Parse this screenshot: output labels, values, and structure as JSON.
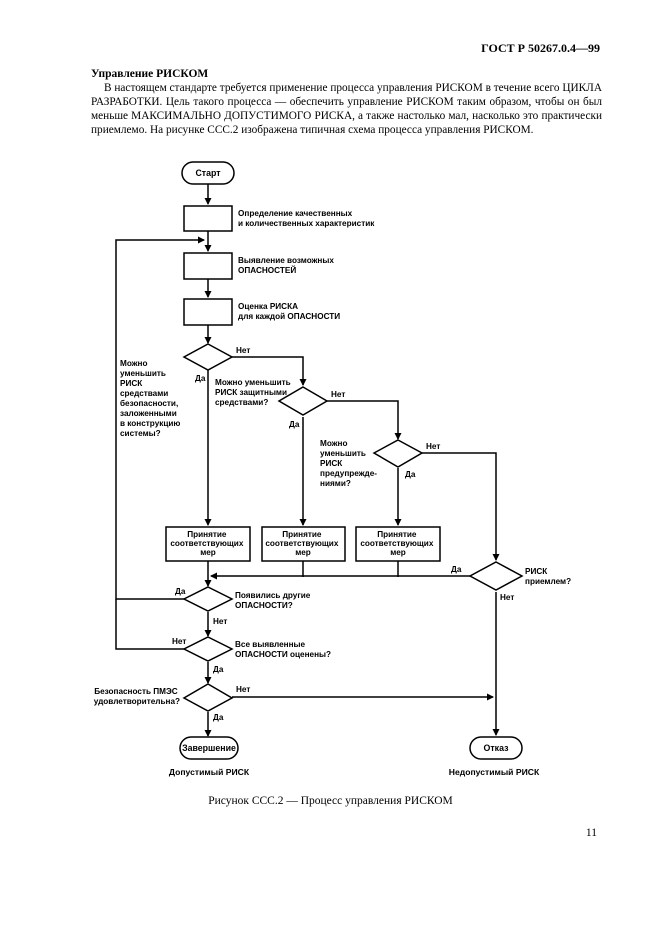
{
  "page": {
    "header_std": "ГОСТ Р 50267.0.4—99",
    "section_title": "Управление РИСКОМ",
    "intro": "В настоящем стандарте требуется применение процесса управления РИСКОМ в течение всего ЦИКЛА РАЗРАБОТКИ. Цель такого процесса — обеспечить управление РИСКОМ таким образом, чтобы он был меньше МАКСИМАЛЬНО ДОПУСТИМОГО РИСКА, а также настолько мал, насколько это практически приемлемо. На рисунке ССС.2 изображена типичная схема процесса управления РИСКОМ.",
    "figure_caption": "Рисунок ССС.2 — Процесс управления РИСКОМ",
    "page_number": "11"
  },
  "flow": {
    "start": "Старт",
    "end_ok": "Завершение",
    "end_reject": "Отказ",
    "label_ok": "Допустимый РИСК",
    "label_reject": "Недопустимый РИСК",
    "step1": [
      "Определение качественных",
      "и количественных характеристик"
    ],
    "step2": [
      "Выявление возможных",
      "ОПАСНОСТЕЙ"
    ],
    "step3": [
      "Оценка РИСКА",
      "для каждой ОПАСНОСТИ"
    ],
    "q_design": [
      "Можно",
      "уменьшить",
      "РИСК",
      "средствами",
      "безопасности,",
      "заложенными",
      "в конструкцию",
      "системы?"
    ],
    "q_protect": [
      "Можно уменьшить",
      "РИСК защитными",
      "средствами?"
    ],
    "q_warn": [
      "Можно",
      "уменьшить",
      "РИСК",
      "предупрежде-",
      "ниями?"
    ],
    "q_accept": [
      "РИСК",
      "приемлем?"
    ],
    "q_new": [
      "Появились другие",
      "ОПАСНОСТИ?"
    ],
    "q_all": [
      "Все выявленные",
      "ОПАСНОСТИ оценены?"
    ],
    "q_safe": [
      "Безопасность ПМЭС",
      "удовлетворительна?"
    ],
    "measures": [
      "Принятие",
      "соответствующих",
      "мер"
    ],
    "yes": "Да",
    "no": "Нет"
  }
}
